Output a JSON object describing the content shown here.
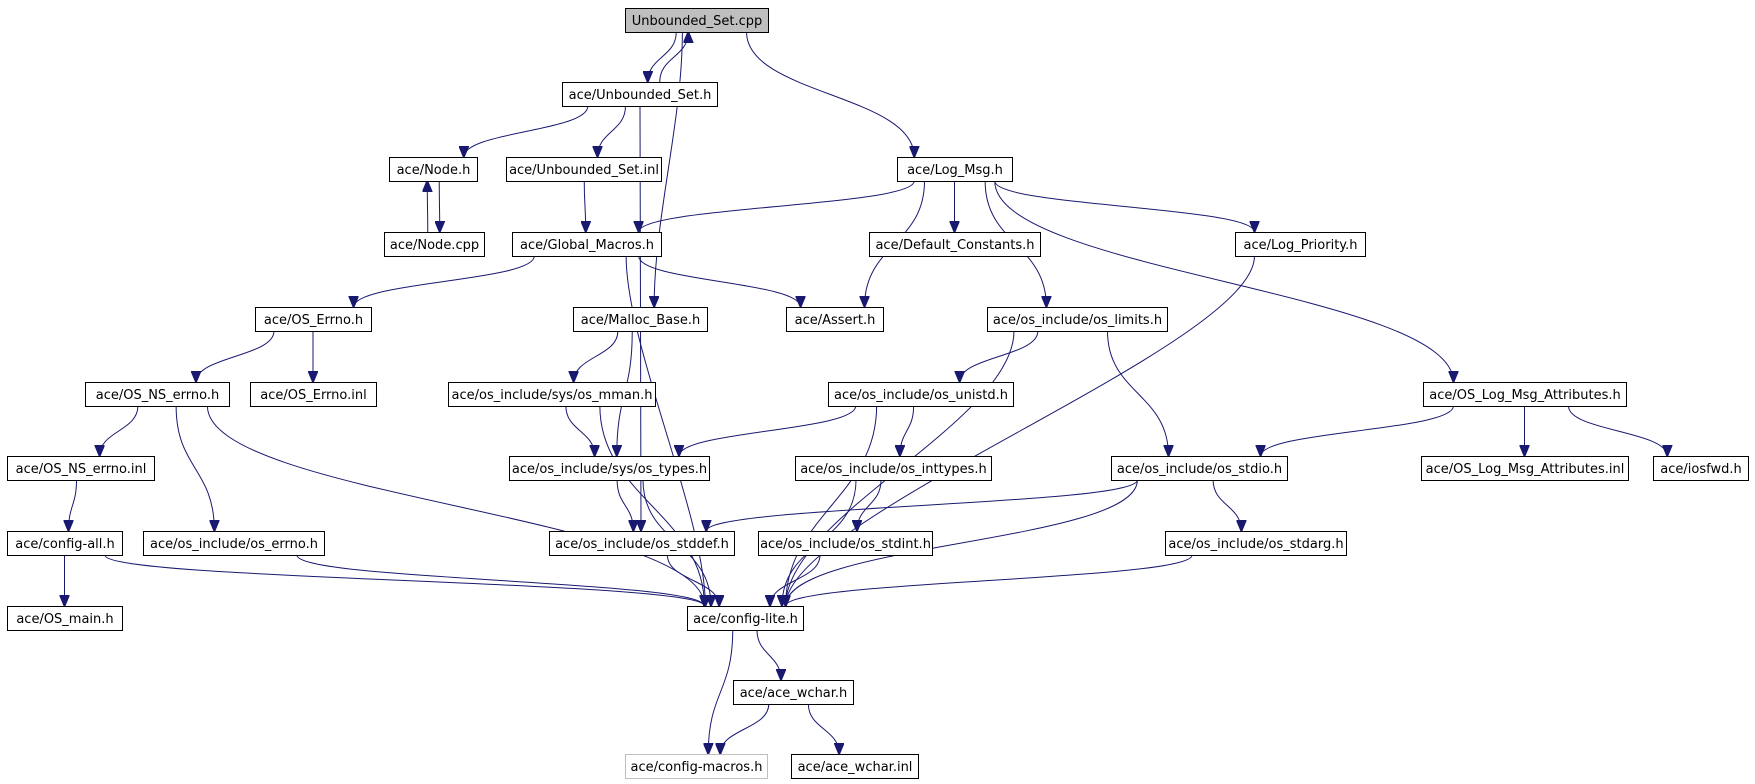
{
  "graph": {
    "root": "Unbounded_Set.cpp",
    "nodes": [
      {
        "id": "root",
        "label": "Unbounded_Set.cpp",
        "style": "root"
      },
      {
        "id": "unbh",
        "label": "ace/Unbounded_Set.h"
      },
      {
        "id": "nodeh",
        "label": "ace/Node.h"
      },
      {
        "id": "nodecpp",
        "label": "ace/Node.cpp"
      },
      {
        "id": "unbinl",
        "label": "ace/Unbounded_Set.inl"
      },
      {
        "id": "logmsg",
        "label": "ace/Log_Msg.h"
      },
      {
        "id": "globmac",
        "label": "ace/Global_Macros.h"
      },
      {
        "id": "defconst",
        "label": "ace/Default_Constants.h"
      },
      {
        "id": "logprio",
        "label": "ace/Log_Priority.h"
      },
      {
        "id": "oserrno",
        "label": "ace/OS_Errno.h"
      },
      {
        "id": "malloc",
        "label": "ace/Malloc_Base.h"
      },
      {
        "id": "assert",
        "label": "ace/Assert.h"
      },
      {
        "id": "oslimits",
        "label": "ace/os_include/os_limits.h"
      },
      {
        "id": "osnserrno",
        "label": "ace/OS_NS_errno.h"
      },
      {
        "id": "oserrnoinl",
        "label": "ace/OS_Errno.inl"
      },
      {
        "id": "osmman",
        "label": "ace/os_include/sys/os_mman.h"
      },
      {
        "id": "osunistd",
        "label": "ace/os_include/os_unistd.h"
      },
      {
        "id": "osattr",
        "label": "ace/OS_Log_Msg_Attributes.h"
      },
      {
        "id": "osnserrnoinl",
        "label": "ace/OS_NS_errno.inl"
      },
      {
        "id": "ostypes",
        "label": "ace/os_include/sys/os_types.h"
      },
      {
        "id": "osinttypes",
        "label": "ace/os_include/os_inttypes.h"
      },
      {
        "id": "osstdio",
        "label": "ace/os_include/os_stdio.h"
      },
      {
        "id": "osattrinl",
        "label": "ace/OS_Log_Msg_Attributes.inl"
      },
      {
        "id": "iosfwd",
        "label": "ace/iosfwd.h"
      },
      {
        "id": "configall",
        "label": "ace/config-all.h"
      },
      {
        "id": "oserrnoh",
        "label": "ace/os_include/os_errno.h"
      },
      {
        "id": "osstddef",
        "label": "ace/os_include/os_stddef.h"
      },
      {
        "id": "osstdint",
        "label": "ace/os_include/os_stdint.h"
      },
      {
        "id": "osstdarg",
        "label": "ace/os_include/os_stdarg.h"
      },
      {
        "id": "osmain",
        "label": "ace/OS_main.h"
      },
      {
        "id": "configlite",
        "label": "ace/config-lite.h"
      },
      {
        "id": "acewchar",
        "label": "ace/ace_wchar.h"
      },
      {
        "id": "configmacros",
        "label": "ace/config-macros.h",
        "style": "faded"
      },
      {
        "id": "acewcharinl",
        "label": "ace/ace_wchar.inl"
      }
    ],
    "edges": [
      [
        "root",
        "unbh"
      ],
      [
        "unbh",
        "root"
      ],
      [
        "root",
        "logmsg"
      ],
      [
        "root",
        "malloc"
      ],
      [
        "unbh",
        "nodeh"
      ],
      [
        "unbh",
        "unbinl"
      ],
      [
        "unbh",
        "osstddef"
      ],
      [
        "nodeh",
        "nodecpp"
      ],
      [
        "nodecpp",
        "nodeh"
      ],
      [
        "unbinl",
        "globmac"
      ],
      [
        "logmsg",
        "globmac"
      ],
      [
        "logmsg",
        "defconst"
      ],
      [
        "logmsg",
        "logprio"
      ],
      [
        "logmsg",
        "assert"
      ],
      [
        "logmsg",
        "oslimits"
      ],
      [
        "logmsg",
        "osattr"
      ],
      [
        "globmac",
        "oserrno"
      ],
      [
        "globmac",
        "assert"
      ],
      [
        "globmac",
        "configlite"
      ],
      [
        "logprio",
        "configlite"
      ],
      [
        "oserrno",
        "osnserrno"
      ],
      [
        "oserrno",
        "oserrnoinl"
      ],
      [
        "malloc",
        "osmman"
      ],
      [
        "malloc",
        "ostypes"
      ],
      [
        "oslimits",
        "osunistd"
      ],
      [
        "oslimits",
        "osstdio"
      ],
      [
        "oslimits",
        "configlite"
      ],
      [
        "osnserrno",
        "osnserrnoinl"
      ],
      [
        "osnserrno",
        "oserrnoh"
      ],
      [
        "osnserrno",
        "configlite"
      ],
      [
        "osmman",
        "ostypes"
      ],
      [
        "osmman",
        "configlite"
      ],
      [
        "osunistd",
        "ostypes"
      ],
      [
        "osunistd",
        "osinttypes"
      ],
      [
        "osunistd",
        "configlite"
      ],
      [
        "osattr",
        "osstdio"
      ],
      [
        "osattr",
        "osattrinl"
      ],
      [
        "osattr",
        "iosfwd"
      ],
      [
        "osnserrnoinl",
        "configall"
      ],
      [
        "ostypes",
        "osstddef"
      ],
      [
        "ostypes",
        "configlite"
      ],
      [
        "osinttypes",
        "osstdint"
      ],
      [
        "osinttypes",
        "configlite"
      ],
      [
        "osstdio",
        "osstddef"
      ],
      [
        "osstdio",
        "osstdarg"
      ],
      [
        "osstdio",
        "configlite"
      ],
      [
        "configall",
        "osmain"
      ],
      [
        "configall",
        "configlite"
      ],
      [
        "oserrnoh",
        "configlite"
      ],
      [
        "osstddef",
        "configlite"
      ],
      [
        "osstdint",
        "configlite"
      ],
      [
        "osstdarg",
        "configlite"
      ],
      [
        "configlite",
        "acewchar"
      ],
      [
        "configlite",
        "configmacros"
      ],
      [
        "acewchar",
        "configmacros"
      ],
      [
        "acewchar",
        "acewcharinl"
      ]
    ]
  }
}
